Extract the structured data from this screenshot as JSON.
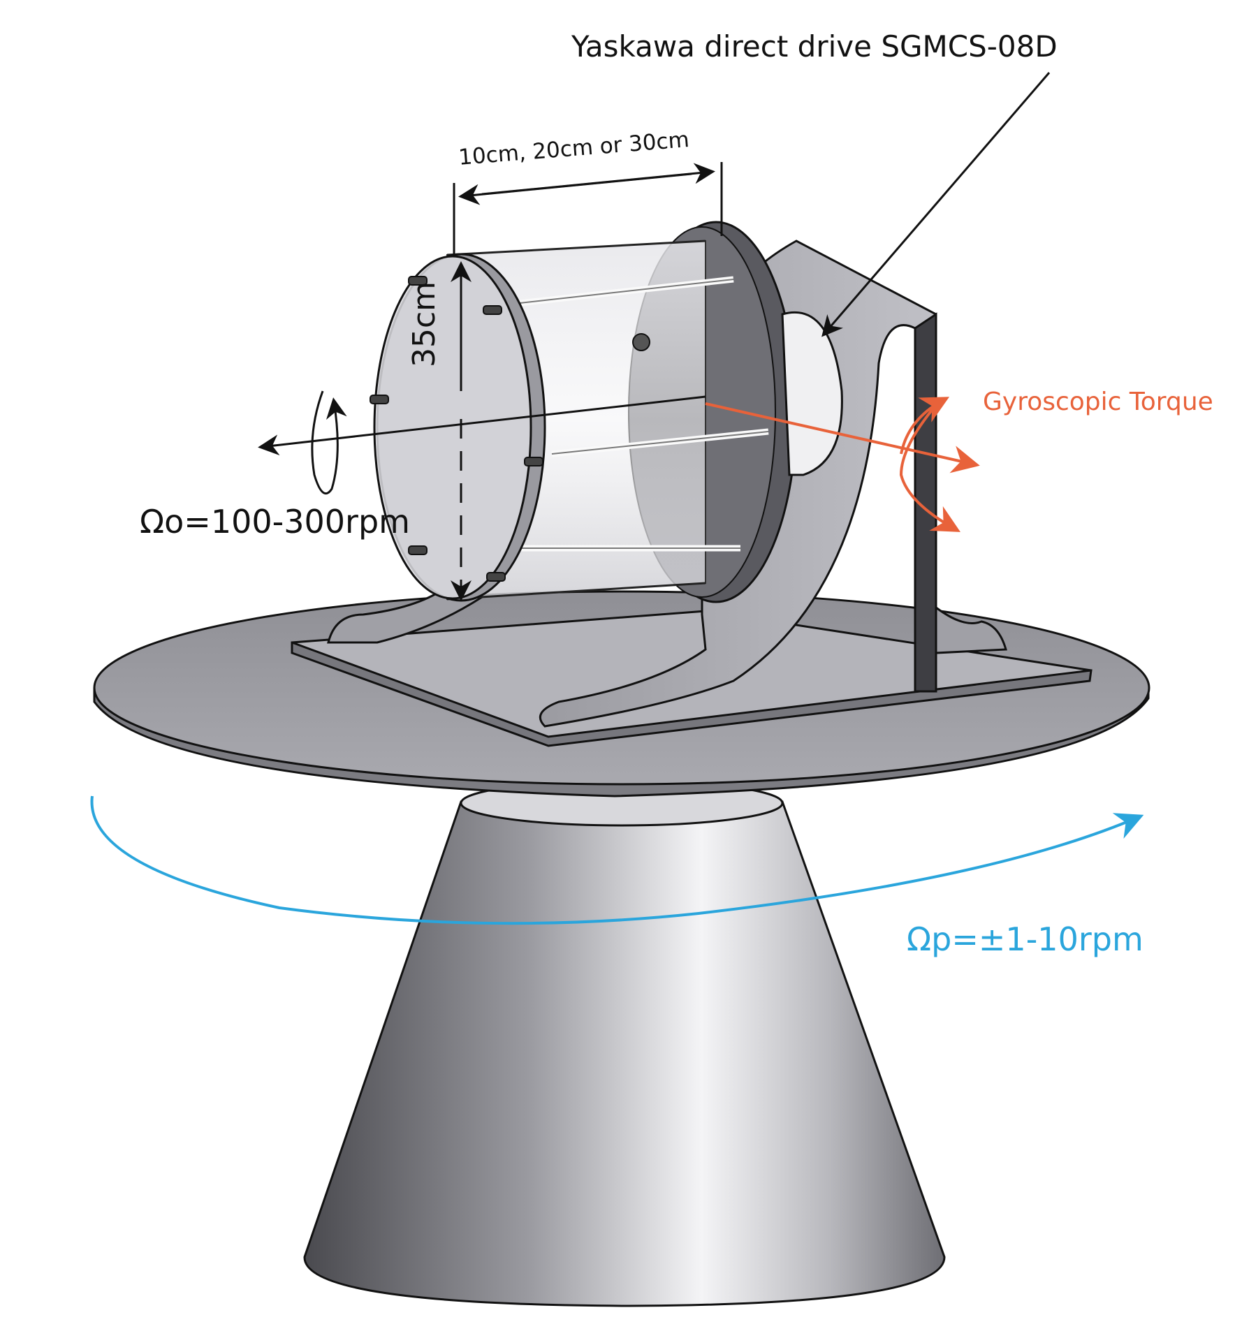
{
  "labels": {
    "motor": "Yaskawa direct drive SGMCS-08D",
    "length": "10cm, 20cm or 30cm",
    "diameter": "35cm",
    "torque": "Gyroscopic Torque",
    "omega_o": "Ωo=100-300rpm",
    "omega_p": "Ωp=±1-10rpm"
  },
  "colors": {
    "torque_arrow": "#e8623a",
    "precession_arrow": "#2aa5dc",
    "annotation": "#111111",
    "metal": "#a8a8ae",
    "bracket": "#8e8e94"
  }
}
